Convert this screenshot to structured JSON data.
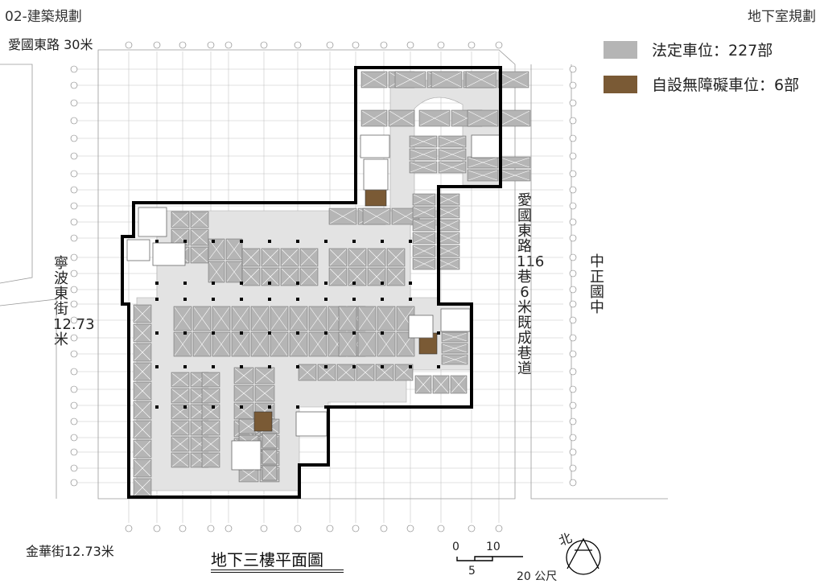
{
  "header": {
    "section_title": "02-建築規劃",
    "page_title": "地下室規劃"
  },
  "legend": {
    "items": [
      {
        "label": "法定車位：227部",
        "color": "#b5b5b5"
      },
      {
        "label": "自設無障礙車位：6部",
        "color": "#7a5a35"
      }
    ]
  },
  "streets": {
    "top_left": "愛國東路 30米",
    "left_vertical": "寧波東街12.73米",
    "right_vertical": "愛國東路116巷6米既成巷道",
    "right_school": "中正國中",
    "bottom_left": "金華街12.73米"
  },
  "plan_title": "地下三樓平面圖",
  "scale_bar": {
    "label_0": "0",
    "label_10": "10",
    "label_5": "5",
    "label_20": "20 公尺"
  },
  "north": {
    "label": "北"
  },
  "colors": {
    "parking_legal": "#b5b5b5",
    "parking_accessible": "#7a5a35",
    "driveway": "#e3e3e3",
    "wall": "#000000"
  }
}
